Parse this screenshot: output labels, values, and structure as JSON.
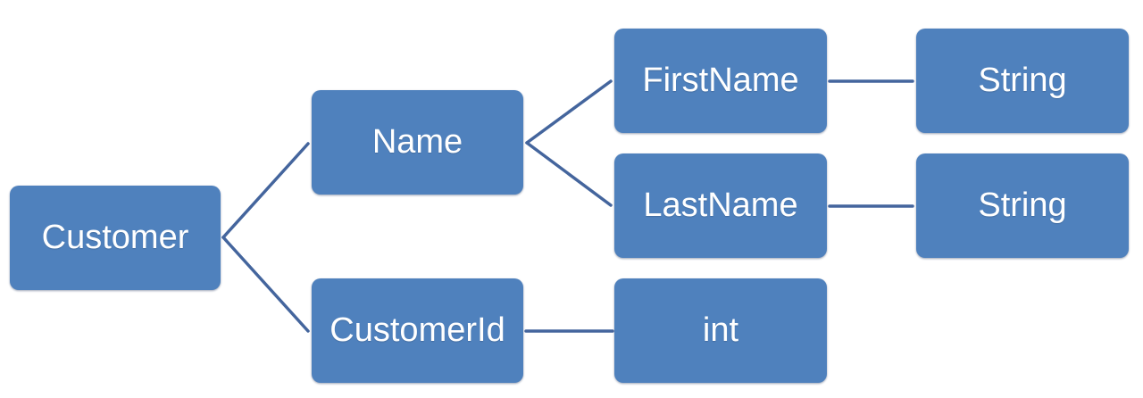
{
  "diagram": {
    "nodes": {
      "customer": "Customer",
      "name": "Name",
      "customer_id": "CustomerId",
      "first_name": "FirstName",
      "last_name": "LastName",
      "int_type": "int",
      "first_name_type": "String",
      "last_name_type": "String"
    },
    "edges": [
      [
        "Customer",
        "Name"
      ],
      [
        "Customer",
        "CustomerId"
      ],
      [
        "Name",
        "FirstName"
      ],
      [
        "Name",
        "LastName"
      ],
      [
        "CustomerId",
        "int"
      ],
      [
        "FirstName",
        "String"
      ],
      [
        "LastName",
        "String"
      ]
    ],
    "colors": {
      "node_fill": "#4f81bd",
      "connector": "#44659d",
      "text": "#ffffff"
    }
  }
}
